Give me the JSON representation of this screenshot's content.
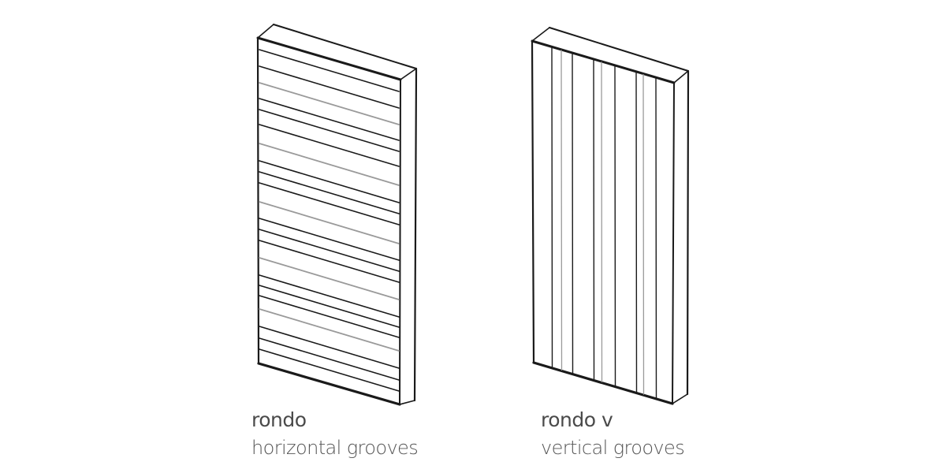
{
  "panels": [
    {
      "name": "rondo",
      "description": "horizontal grooves"
    },
    {
      "name": "rondo v",
      "description": "vertical grooves"
    }
  ],
  "colors": {
    "line": "#1a1a1a",
    "groove_light": "#9a9a9a",
    "text": "#4a4a4a"
  }
}
